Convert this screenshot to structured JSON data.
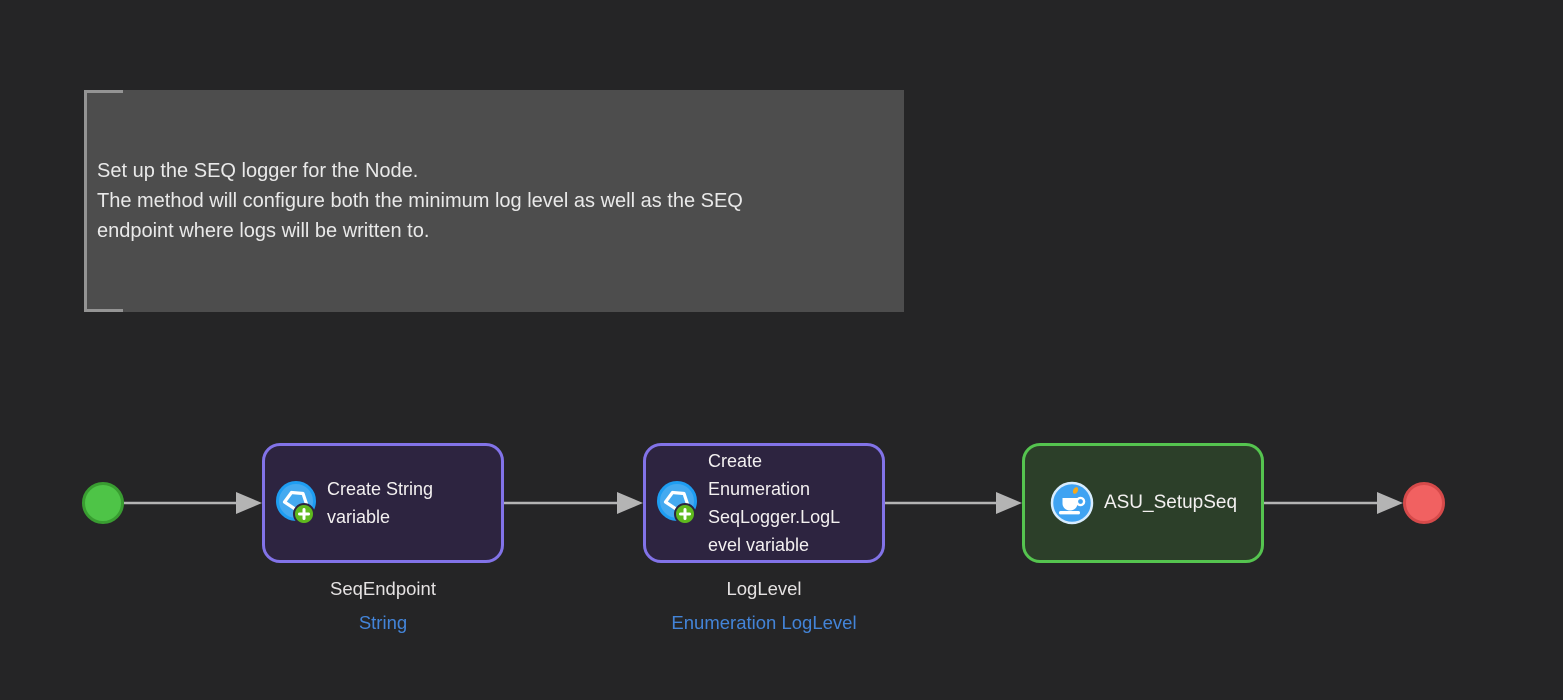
{
  "comment": {
    "lines": [
      "Set up the SEQ logger for the Node.",
      "The method will configure both the minimum log level as well as the SEQ",
      "endpoint where logs will be written to."
    ]
  },
  "flow": {
    "start_node": {
      "kind": "start"
    },
    "end_node": {
      "kind": "end"
    },
    "nodes": [
      {
        "title": "Create String variable",
        "title_lines": [
          "Create String",
          "variable"
        ],
        "kind": "create-variable",
        "icon": "create-variable-icon",
        "variable": {
          "name": "SeqEndpoint",
          "type": "String"
        }
      },
      {
        "title": "Create Enumeration SeqLogger.LogLevel variable",
        "title_lines": [
          "Create",
          "Enumeration",
          "SeqLogger.LogL",
          "evel variable"
        ],
        "kind": "create-variable",
        "icon": "create-variable-icon",
        "variable": {
          "name": "LogLevel",
          "type": "Enumeration LogLevel"
        }
      },
      {
        "title": "ASU_SetupSeq",
        "title_lines": [
          "ASU_SetupSeq"
        ],
        "kind": "method",
        "icon": "method-icon"
      }
    ]
  },
  "colors": {
    "background": "#252526",
    "comment_fill": "#4d4d4d",
    "comment_bracket": "#949494",
    "purple_node_border": "#8273e8",
    "purple_node_fill": "#2d2440",
    "green_node_border": "#55c44f",
    "green_node_fill": "#2c3f29",
    "start_node_fill": "#4ec447",
    "end_node_fill": "#f16161",
    "connector": "#b4b4b4",
    "type_link": "#4384d8",
    "icon_blue": "#3fa3f2",
    "badge_green": "#5eb91e",
    "steam_orange": "#f5a81c"
  }
}
